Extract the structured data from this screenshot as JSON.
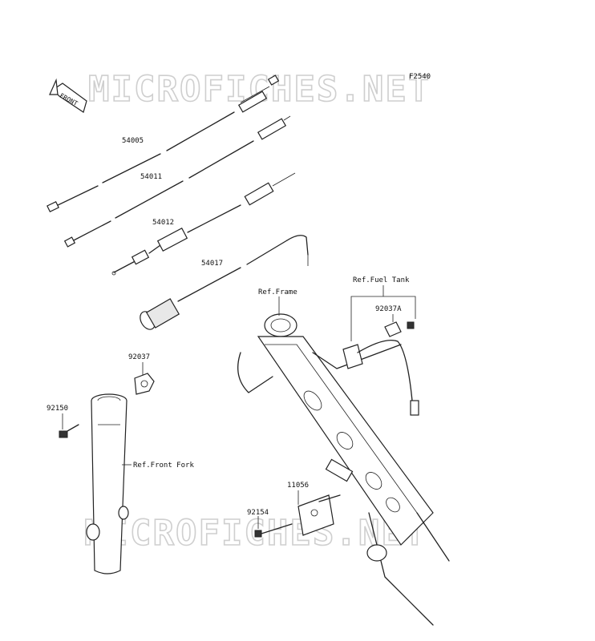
{
  "diagram": {
    "code": "F2540",
    "front_indicator": "FRONT",
    "watermark_top": "MICROFICHES.NET",
    "watermark_bottom": "MICROFICHES.NET",
    "parts": [
      {
        "number": "54005"
      },
      {
        "number": "54011"
      },
      {
        "number": "54012"
      },
      {
        "number": "54017"
      },
      {
        "number": "92037"
      },
      {
        "number": "92150"
      },
      {
        "number": "92037A"
      },
      {
        "number": "11056"
      },
      {
        "number": "92154"
      }
    ],
    "references": {
      "frame": "Ref.Frame",
      "fuel_tank": "Ref.Fuel Tank",
      "front_fork": "Ref.Front Fork"
    }
  }
}
